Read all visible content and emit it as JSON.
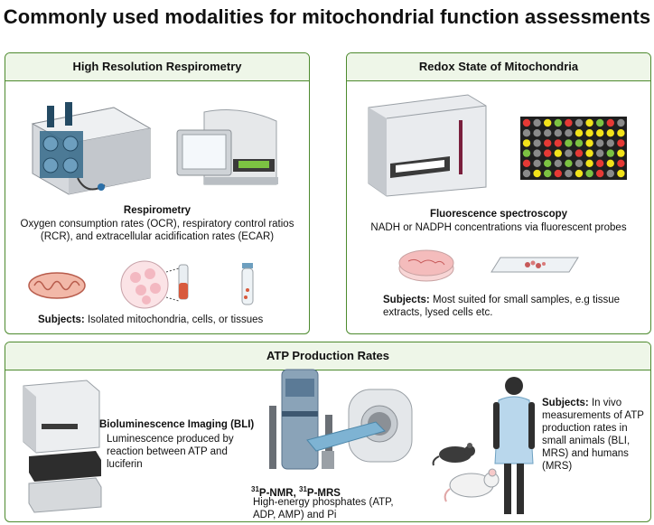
{
  "title": "Commonly used modalities for mitochondrial function assessments",
  "panels": {
    "respirometry": {
      "heading": "High Resolution Respirometry",
      "method_title": "Respirometry",
      "method_desc": "Oxygen consumption rates (OCR), respiratory control ratios (RCR), and extracellular acidification rates (ECAR)",
      "subjects_label": "Subjects:",
      "subjects_text": " Isolated mitochondria, cells, or tissues"
    },
    "redox": {
      "heading": "Redox State of Mitochondria",
      "method_title": "Fluorescence spectroscopy",
      "method_desc": "NADH or NADPH concentrations via fluorescent probes",
      "subjects_label": "Subjects:",
      "subjects_text": " Most suited for small samples, e.g tissue extracts, lysed cells etc."
    },
    "atp": {
      "heading": "ATP Production Rates",
      "bli_title": "Bioluminescence Imaging (BLI)",
      "bli_desc": "Luminescence produced by reaction between ATP and luciferin",
      "nmr_sup1": "31",
      "nmr_p1": "P-NMR, ",
      "nmr_sup2": "31",
      "nmr_p2": "P-MRS",
      "nmr_desc": "High-energy phosphates (ATP, ADP, AMP) and  Pi",
      "subjects_label": "Subjects:",
      "subjects_text": " In vivo measurements of ATP production rates in small animals (BLI, MRS) and humans (MRS)"
    }
  },
  "colors": {
    "border": "#4d8a2e",
    "header_fill": "#eef6e8",
    "well_red": "#e53935",
    "well_green": "#7cc242",
    "well_yellow": "#f2e21a",
    "well_gray": "#8a8a8a"
  }
}
